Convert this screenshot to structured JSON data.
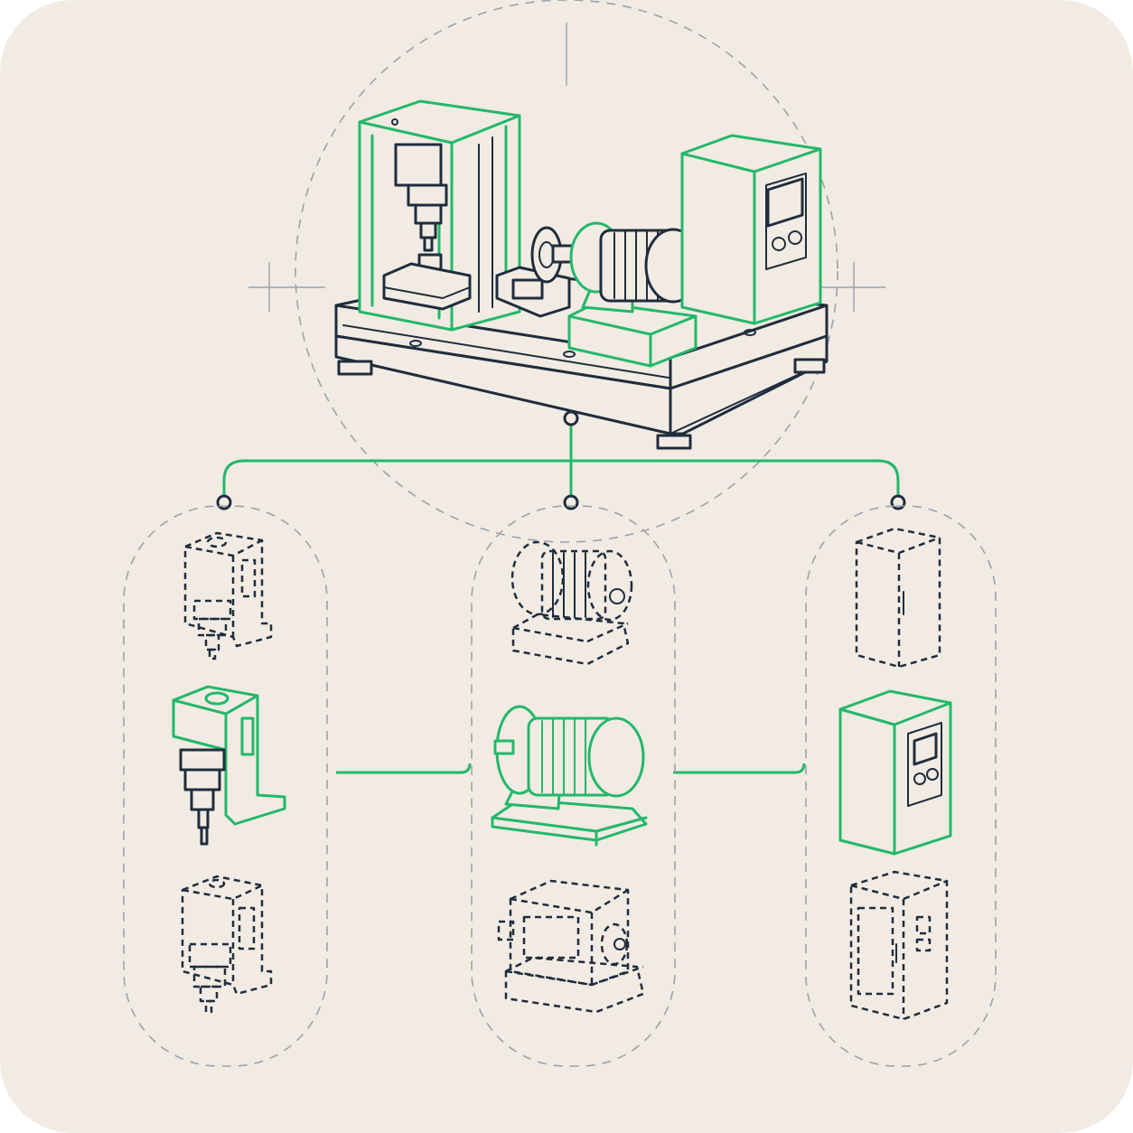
{
  "colors": {
    "background": "#f2ebe3",
    "ink": "#1f2d3d",
    "accent": "#22b86a",
    "guide": "#9aa3a8"
  },
  "diagram": {
    "root": {
      "name": "test-rig-assembly",
      "kind": "assembly",
      "highlight": true
    },
    "groups": [
      {
        "name": "spindle-group",
        "options": [
          {
            "kind": "spindle-head",
            "variant": 1,
            "selected": false
          },
          {
            "kind": "spindle-head",
            "variant": 2,
            "selected": true
          },
          {
            "kind": "spindle-head",
            "variant": 3,
            "selected": false
          }
        ]
      },
      {
        "name": "motor-group",
        "options": [
          {
            "kind": "motor",
            "variant": 1,
            "selected": false
          },
          {
            "kind": "motor",
            "variant": 2,
            "selected": true
          },
          {
            "kind": "gear-motor",
            "variant": 3,
            "selected": false
          }
        ]
      },
      {
        "name": "cabinet-group",
        "options": [
          {
            "kind": "cabinet",
            "variant": 1,
            "selected": false
          },
          {
            "kind": "control-cabinet",
            "variant": 2,
            "selected": true
          },
          {
            "kind": "control-cabinet",
            "variant": 3,
            "selected": false
          }
        ]
      }
    ]
  }
}
